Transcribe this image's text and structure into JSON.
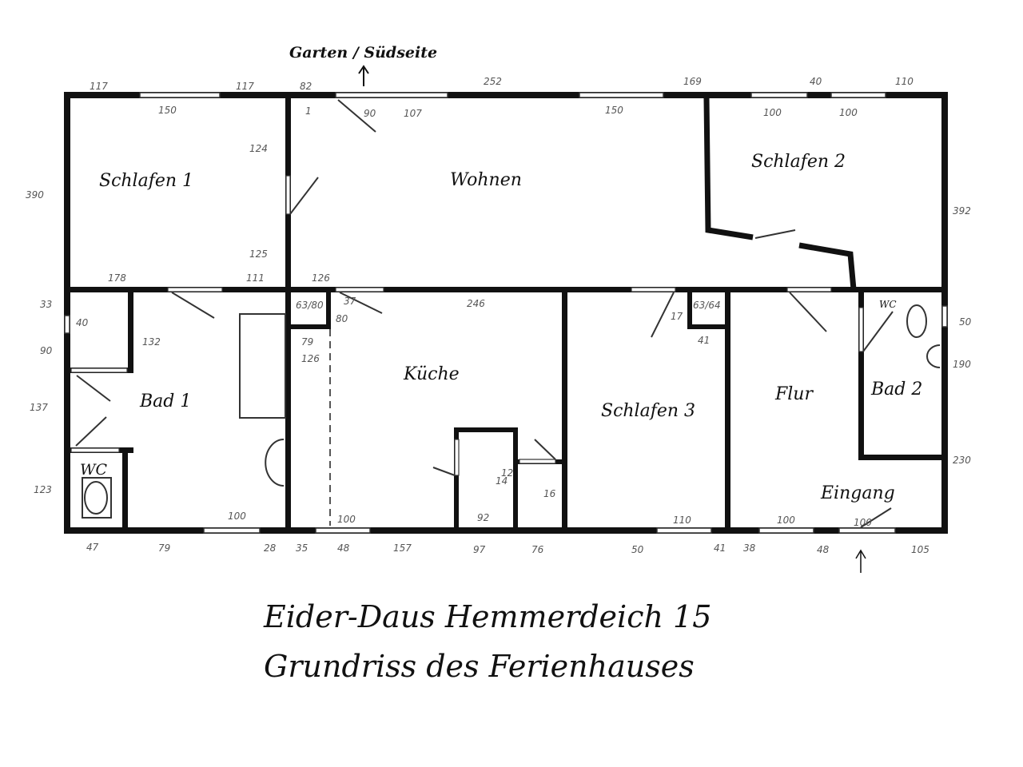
{
  "compass_label": "Garten / Südseite",
  "rooms": {
    "schlafen1": "Schlafen 1",
    "wohnen": "Wohnen",
    "schlafen2": "Schlafen 2",
    "bad1": "Bad 1",
    "wc1": "WC",
    "kueche": "Küche",
    "schlafen3": "Schlafen 3",
    "flur": "Flur",
    "wc2": "WC",
    "bad2": "Bad 2",
    "eingang": "Eingang"
  },
  "dimensions": {
    "top_outer": [
      "117",
      "117",
      "82",
      "252",
      "169",
      "40",
      "110"
    ],
    "top_inner": [
      "150",
      "1",
      "90",
      "107",
      "150",
      "100",
      "100"
    ],
    "bottom": [
      "47",
      "79",
      "28",
      "35",
      "48",
      "157",
      "97",
      "76",
      "50",
      "41",
      "38",
      "48",
      "105"
    ],
    "bottom_inner": [
      "100",
      "100",
      "92",
      "110",
      "100",
      "100"
    ],
    "left": [
      "390",
      "33",
      "90",
      "137",
      "123"
    ],
    "right": [
      "392",
      "50",
      "190",
      "230"
    ],
    "interior": [
      "124",
      "125",
      "178",
      "111",
      "126",
      "40",
      "132",
      "63/80",
      "37",
      "80",
      "79",
      "126",
      "246",
      "17",
      "63/64",
      "41",
      "14",
      "16",
      "12"
    ]
  },
  "caption": {
    "line1": "Eider-Daus  Hemmerdeich 15",
    "line2": "Grundriss des Ferienhauses"
  }
}
